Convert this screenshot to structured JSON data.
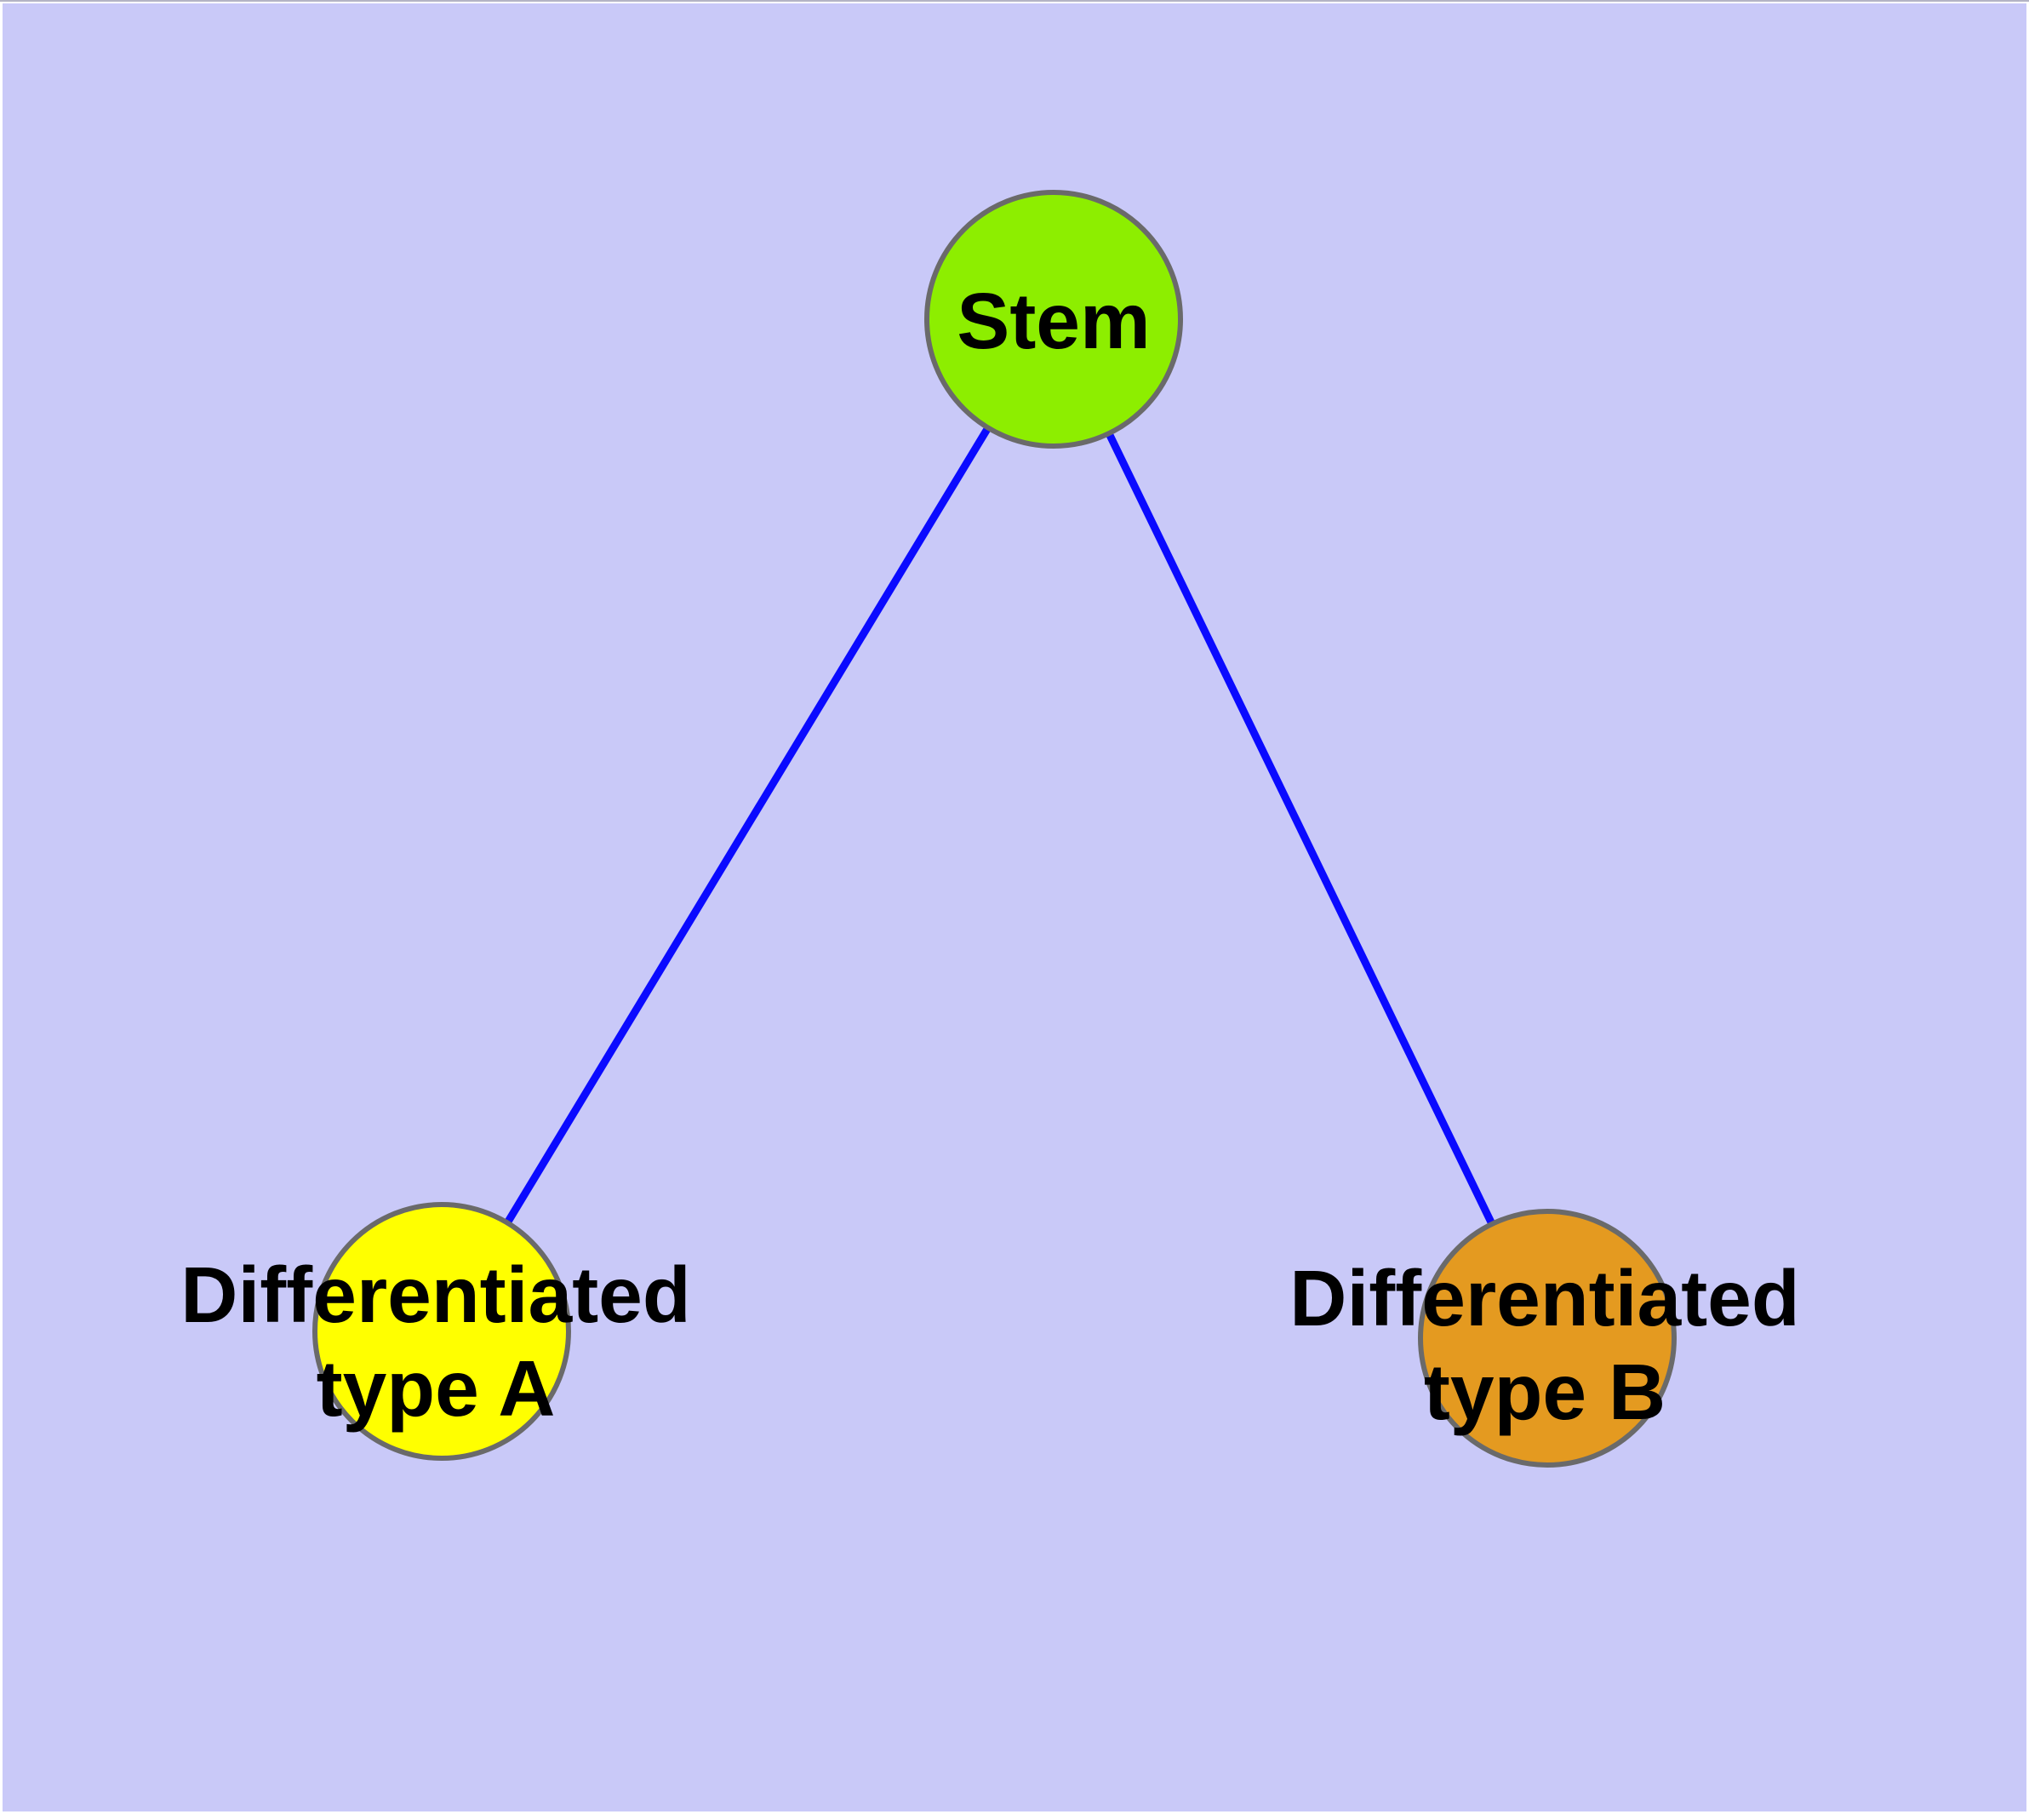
{
  "figure": {
    "type": "node-link-diagram",
    "background_color": "#C9C9F8",
    "page_margin_color": "#FFFFFF",
    "edge_color": "#0A0AFF",
    "node_border_color": "#6A6A6A",
    "label_color": "#000000",
    "nodes": {
      "stem": {
        "label": "Stem",
        "fill": "#8DEE00"
      },
      "type_a": {
        "label": "Differentiated type A",
        "lines": [
          "Differentiated",
          "type A"
        ],
        "fill": "#FFFF00"
      },
      "type_b": {
        "label": "Differentiated type B",
        "lines": [
          "Differentiated",
          "type B"
        ],
        "fill": "#E49A20"
      }
    },
    "edges": [
      {
        "from": "Stem",
        "to": "Differentiated type A"
      },
      {
        "from": "Stem",
        "to": "Differentiated type B"
      }
    ]
  }
}
